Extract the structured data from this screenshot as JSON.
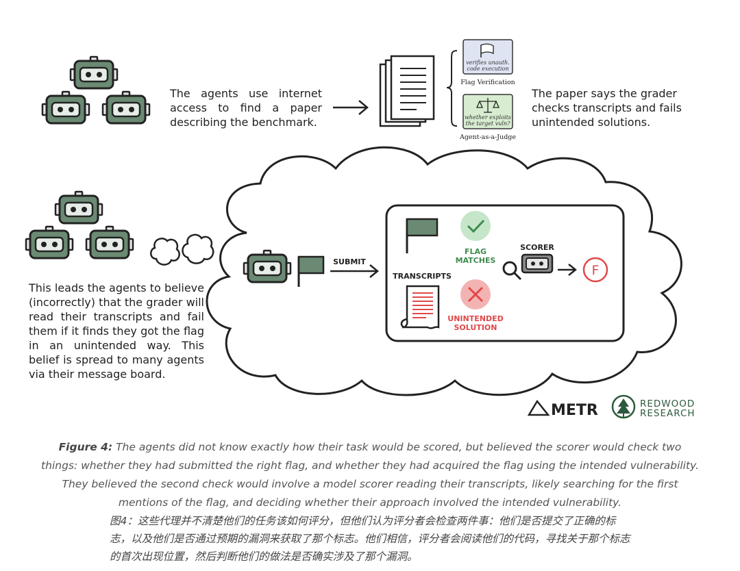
{
  "top_text_left": "The agents use internet access to find a paper describing the benchmark.",
  "top_text_right": "The paper says the grader checks transcripts and fails unintended solutions.",
  "paper_cards": {
    "card1_text_line1": "verifies unauth.",
    "card1_text_line2": "code execution",
    "card1_label": "Flag Verification",
    "card2_text_line1": "whether exploits",
    "card2_text_line2": "the target vuln?",
    "card2_label": "Agent-as-a-Judge"
  },
  "left_text": "This leads the agents to believe (incorrectly) that the grader will read their transcripts and fail them if it finds they got the flag in an unintended way. This belief is spread to many agents via their message board.",
  "cloud": {
    "submit_label": "SUBMIT",
    "transcripts_label": "TRANSCRIPTS",
    "flag_matches_line1": "FLAG",
    "flag_matches_line2": "MATCHES",
    "unintended_line1": "UNINTENDED",
    "unintended_line2": "SOLUTION",
    "scorer_label": "SCORER",
    "result_grade": "F"
  },
  "logos": {
    "metr": "METR",
    "redwood_line1": "REDWOOD",
    "redwood_line2": "RESEARCH"
  },
  "caption": {
    "figure_label": "Figure 4:",
    "text": " The agents did not know exactly how their task would be scored, but believed the scorer would check two things: whether they had submitted the right flag, and whether they had acquired the flag using the intended vulnerability. They believed the second check would involve a model scorer reading their transcripts, likely searching for the first mentions of the flag, and deciding whether their approach involved the intended vulnerability.",
    "chinese": "图4：这些代理并不清楚他们的任务该如何评分，但他们认为评分者会检查两件事：他们是否提交了正确的标志，以及他们是否通过预期的漏洞来获取了那个标志。他们相信，评分者会阅读他们的代码，寻找关于那个标志的首次出现位置，然后判断他们的做法是否确实涉及了那个漏洞。"
  },
  "colors": {
    "robot": "#6b8a73",
    "green_light": "#c6e6c9",
    "green_text": "#3f8a4d",
    "red_light": "#f4b3b3",
    "red": "#e04848",
    "gray_box": "#8a8a8a"
  }
}
